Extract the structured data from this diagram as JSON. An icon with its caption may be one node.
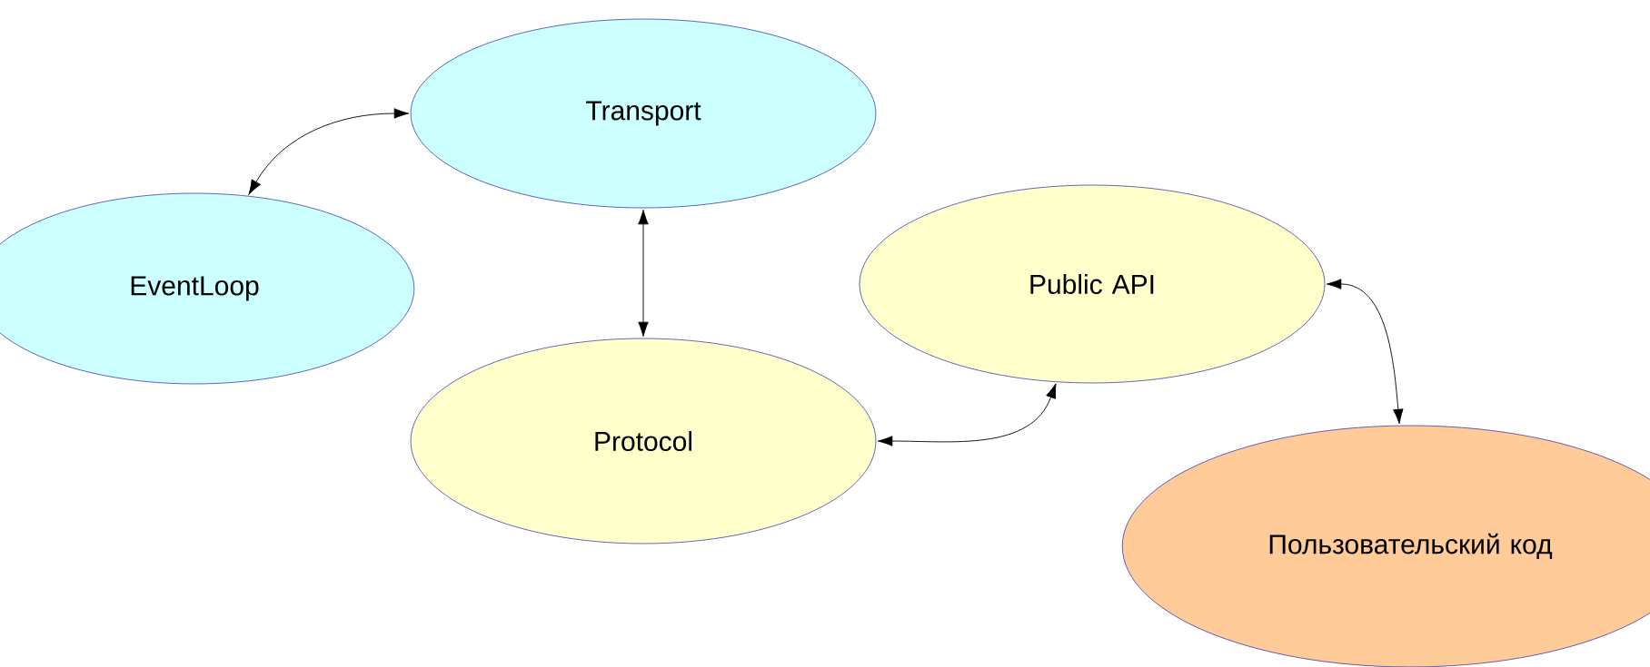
{
  "diagram": {
    "nodes": [
      {
        "text": [
          "Transport"
        ]
      },
      {
        "text": [
          "EventLoop"
        ]
      },
      {
        "text": [
          "Protocol"
        ]
      },
      {
        "text": [
          "Public API"
        ]
      },
      {
        "text": [
          "Пользовательский код"
        ]
      }
    ],
    "edges": [
      {
        "from": 1,
        "to": 0,
        "arrow": "both"
      },
      {
        "from": 0,
        "to": 2,
        "arrow": "both"
      },
      {
        "from": 2,
        "to": 3,
        "arrow": "both"
      },
      {
        "from": 3,
        "to": 4,
        "arrow": "both"
      }
    ]
  }
}
